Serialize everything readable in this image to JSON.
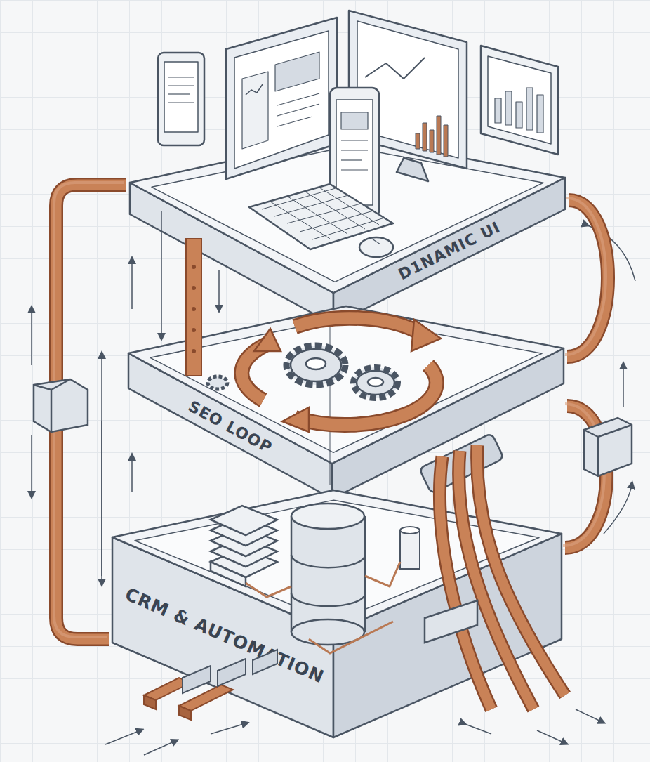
{
  "diagram": {
    "nodes": [
      {
        "text": [
          "D1NAMIC UI"
        ]
      },
      {
        "text": [
          "SEO LOOP"
        ]
      },
      {
        "text": [
          "CRM & AUTOMATION"
        ]
      }
    ],
    "edges": [
      {
        "from": 0,
        "to": 2,
        "arrow": "none"
      },
      {
        "from": 0,
        "to": 1,
        "arrow": "none"
      },
      {
        "from": 1,
        "to": 2,
        "arrow": "none"
      }
    ]
  }
}
